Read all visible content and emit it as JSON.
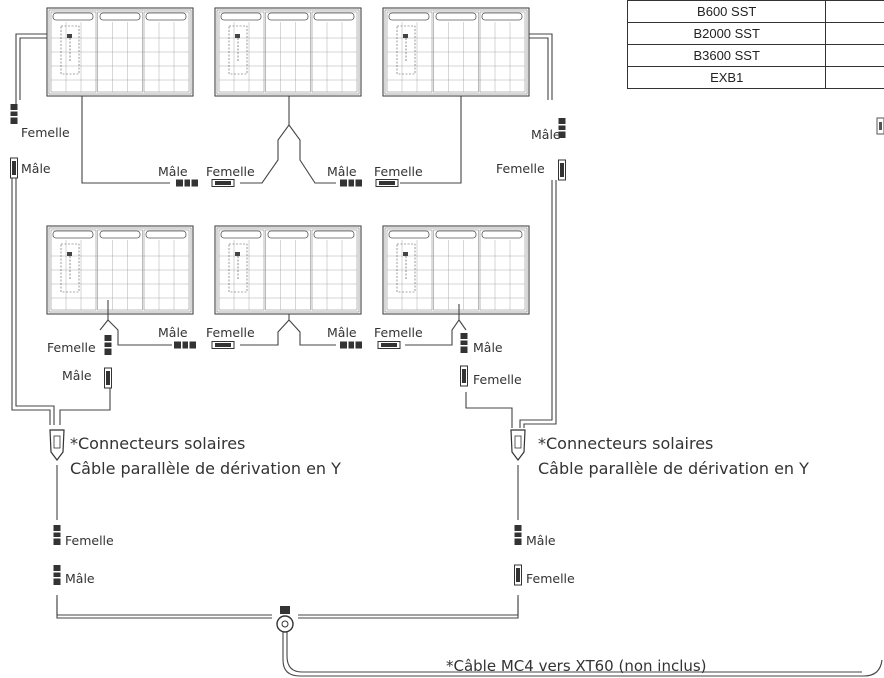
{
  "models": [
    "B600 SST",
    "B2000 SST",
    "B3600 SST",
    "EXB1"
  ],
  "connectors": {
    "femelle": "Femelle",
    "male": "Mâle"
  },
  "notes": {
    "y_cable_line1": "*Connecteurs solaires",
    "y_cable_line2": "Câble parallèle de dérivation en Y",
    "mc4_cable": "*Câble MC4 vers XT60 (non inclus)"
  },
  "colors": {
    "line": "#444444",
    "panel_stroke": "#555555",
    "connector": "#333333"
  },
  "icons": [
    "solar-panel-icon",
    "mc4-connector-icon",
    "y-splitter-icon",
    "xt60-plug-icon"
  ]
}
